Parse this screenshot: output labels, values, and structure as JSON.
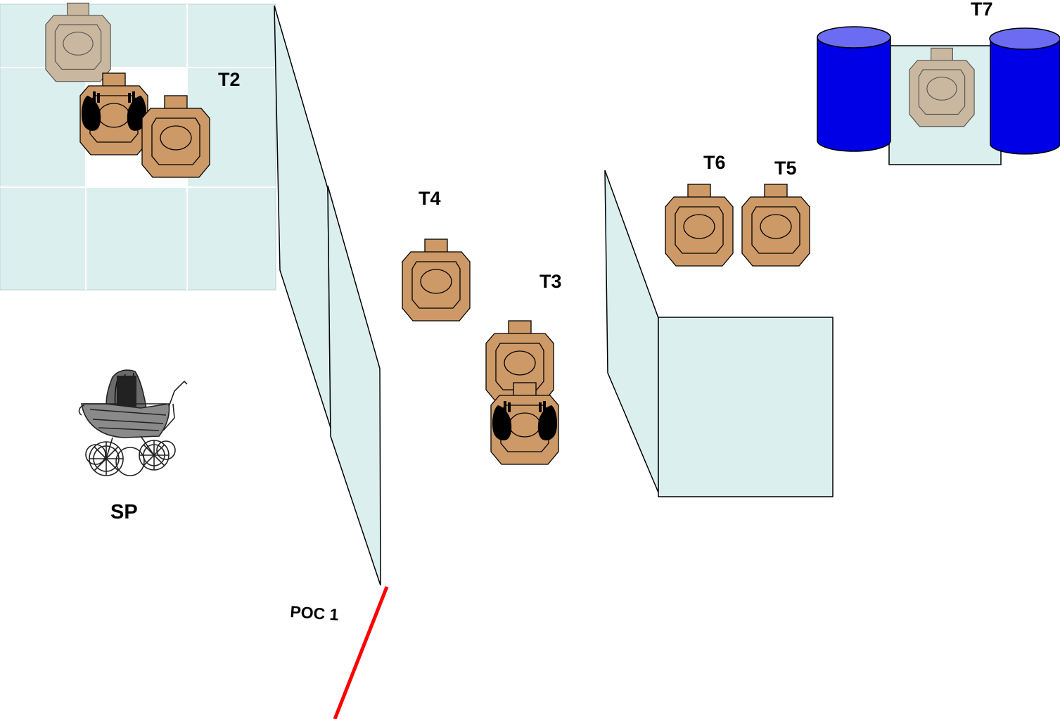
{
  "labels": {
    "t2": "T2",
    "t3": "T3",
    "t4": "T4",
    "t5": "T5",
    "t6": "T6",
    "t7": "T7",
    "sp": "SP",
    "poc": "POC 1"
  },
  "colors": {
    "wall_fill": "#dcefef",
    "target_fill": "#cd9966",
    "target_faded": "#c9b89f",
    "barrel_blue": "#0000e6",
    "barrel_top": "#6c6cf2",
    "poc_line": "#ff0000",
    "t2_label": "#5f6b73",
    "hands": "#000000"
  },
  "icons": {
    "target": "ipsc-target-icon",
    "no_shoot": "no-shoot-hands-icon",
    "barrel": "barrel-icon",
    "stroller": "baby-stroller-icon"
  }
}
